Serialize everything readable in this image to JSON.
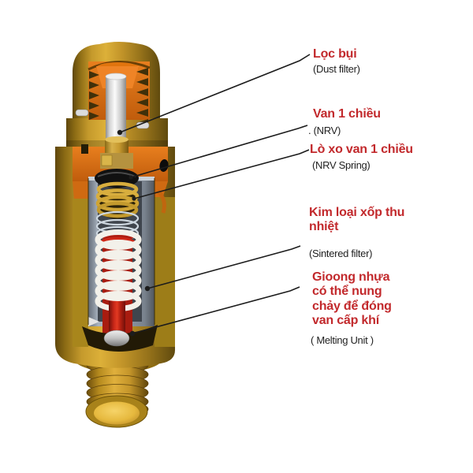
{
  "labels": [
    {
      "id": "dust-filter",
      "title": "Lọc bụi",
      "subtitle": "(Dust filter)"
    },
    {
      "id": "nrv",
      "title": "Van 1 chiều",
      "subtitle": ". (NRV)"
    },
    {
      "id": "nrv-spring",
      "title": "Lò xo van 1 chiều",
      "subtitle": "(NRV Spring)"
    },
    {
      "id": "sintered-filter",
      "title": "Kim loại xốp thu\nnhiệt",
      "subtitle": "(Sintered filter)"
    },
    {
      "id": "melting-unit",
      "title": "Gioong nhựa\ncó thể nung\nchảy để đóng\nvan cấp khí",
      "subtitle": "( Melting Unit )"
    }
  ],
  "colors": {
    "label_red": "#c2292c",
    "label_black": "#1f1f1f",
    "leader_line": "#1c1c1c",
    "background": "#ffffff",
    "brass_gold": "#c4962a",
    "brass_shadow": "#5f470c",
    "cut_orange": "#d96f16",
    "filter_gray": "#939daa",
    "spring_white": "#f3f1ea",
    "melting_red": "#c4261a",
    "oring_black": "#111111",
    "outlet_gold": "#e6b93e"
  }
}
